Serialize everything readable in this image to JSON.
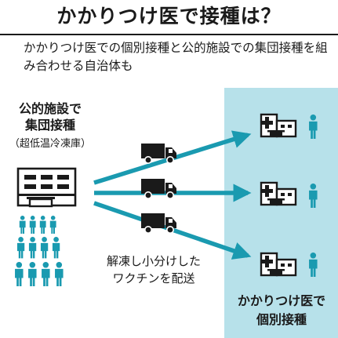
{
  "title": "かかりつけ医で接種は？",
  "subtitle": "かかりつけ医での個別接種と公的施設での集団接種を組み合わせる自治体も",
  "source": {
    "label_line1": "公的施設で",
    "label_line2": "集団接種",
    "sublabel": "（超低温冷凍庫）"
  },
  "transport_note": {
    "line1": "解凍し小分けした",
    "line2": "ワクチンを配送"
  },
  "destination": {
    "label_line1": "かかりつけ医で",
    "label_line2": "個別接種"
  },
  "colors": {
    "accent": "#1a9ab0",
    "panel": "#b7e1ea",
    "ink": "#1a1a1a"
  },
  "icons": [
    "freezer-building-icon",
    "person-icon",
    "truck-icon",
    "clinic-icon",
    "arrow-icon"
  ]
}
